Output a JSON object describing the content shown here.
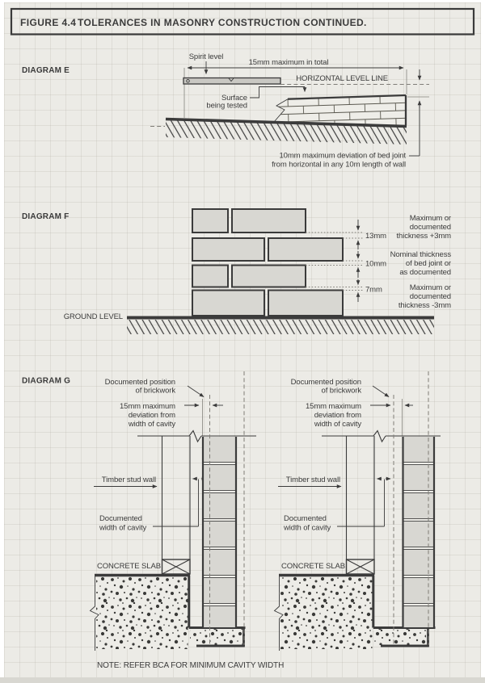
{
  "header": {
    "figure": "FIGURE 4.4",
    "title": "TOLERANCES IN MASONRY CONSTRUCTION CONTINUED."
  },
  "colors": {
    "ink": "#3b3b3b",
    "paper": "#ecebe6",
    "brick_fill": "#d8d7d2",
    "dashed_line": "#7f7d77",
    "bottom_edge": "#d8d7d1"
  },
  "diagram_e": {
    "label": "DIAGRAM E",
    "spirit_level": "Spirit level",
    "total_dim": "15mm maximum in total",
    "level_line": "HORIZONTAL LEVEL LINE",
    "surface_line1": "Surface",
    "surface_line2": "being tested",
    "deviation_line1": "10mm maximum deviation of bed joint",
    "deviation_line2": "from horizontal in any 10m length of wall"
  },
  "diagram_f": {
    "label": "DIAGRAM F",
    "ground": "GROUND LEVEL",
    "gaps": [
      {
        "value": "13mm",
        "desc": [
          "Maximum or",
          "documented",
          "thickness +3mm"
        ]
      },
      {
        "value": "10mm",
        "desc": [
          "Nominal thickness",
          "of bed joint or",
          "as documented"
        ]
      },
      {
        "value": "7mm",
        "desc": [
          "Maximum or",
          "documented",
          "thickness -3mm"
        ]
      }
    ]
  },
  "diagram_g": {
    "label": "DIAGRAM G",
    "doc_position_line1": "Documented position",
    "doc_position_line2": "of brickwork",
    "deviation_line1": "15mm maximum",
    "deviation_line2": "deviation from",
    "deviation_line3": "width of cavity",
    "stud_wall": "Timber stud wall",
    "cavity_line1": "Documented",
    "cavity_line2": "width of cavity",
    "slab": "CONCRETE SLAB",
    "note": "NOTE: REFER BCA FOR MINIMUM CAVITY WIDTH"
  }
}
